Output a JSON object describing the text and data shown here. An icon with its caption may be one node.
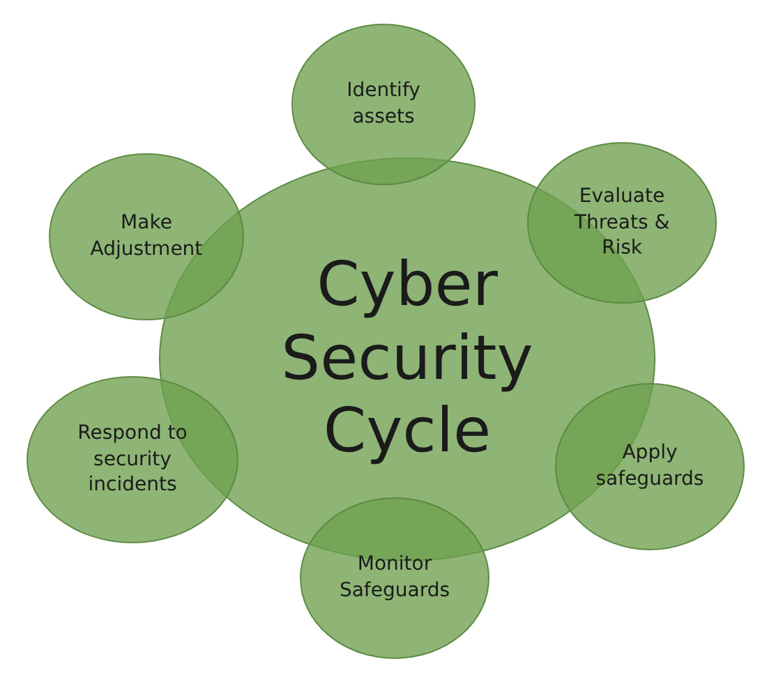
{
  "diagram": {
    "nodes": [
      {
        "text": [
          "Cyber Security Cycle"
        ]
      },
      {
        "text": [
          "Identify assets"
        ]
      },
      {
        "text": [
          "Evaluate Threats & Risk"
        ]
      },
      {
        "text": [
          "Apply safeguards"
        ]
      },
      {
        "text": [
          "Monitor Safeguards"
        ]
      },
      {
        "text": [
          "Respond to security incidents"
        ]
      },
      {
        "text": [
          "Make Adjustment"
        ]
      }
    ]
  }
}
